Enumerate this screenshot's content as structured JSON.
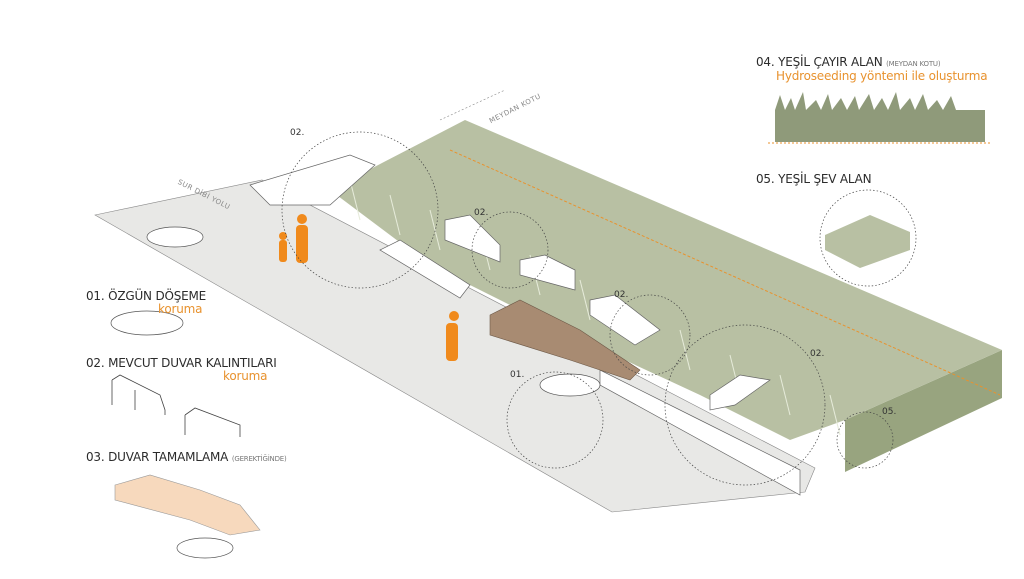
{
  "legend": {
    "item01": {
      "title": "01. ÖZGÜN DÖŞEME",
      "sub": "koruma"
    },
    "item02": {
      "title": "02. MEVCUT DUVAR KALINTILARI",
      "sub": "koruma"
    },
    "item03": {
      "title": "03. DUVAR TAMAMLAMA",
      "note": "(GEREKTİĞİNDE)"
    },
    "item04": {
      "title": "04. YEŞİL ÇAYIR ALAN",
      "note": "(MEYDAN KOTU)",
      "sub": "Hydroseeding yöntemi ile oluşturma"
    },
    "item05": {
      "title": "05. YEŞİL ŞEV ALAN"
    }
  },
  "plan_labels": {
    "road": "SUR DİBİ YOLU",
    "level": "MEYDAN KOTU",
    "callouts": [
      "02.",
      "02.",
      "02.",
      "02.",
      "01.",
      "05."
    ]
  },
  "colors": {
    "accent": "#e8922e",
    "green": "#b9c1a6",
    "ground": "#e9e9e7",
    "brown": "#a88b72"
  }
}
